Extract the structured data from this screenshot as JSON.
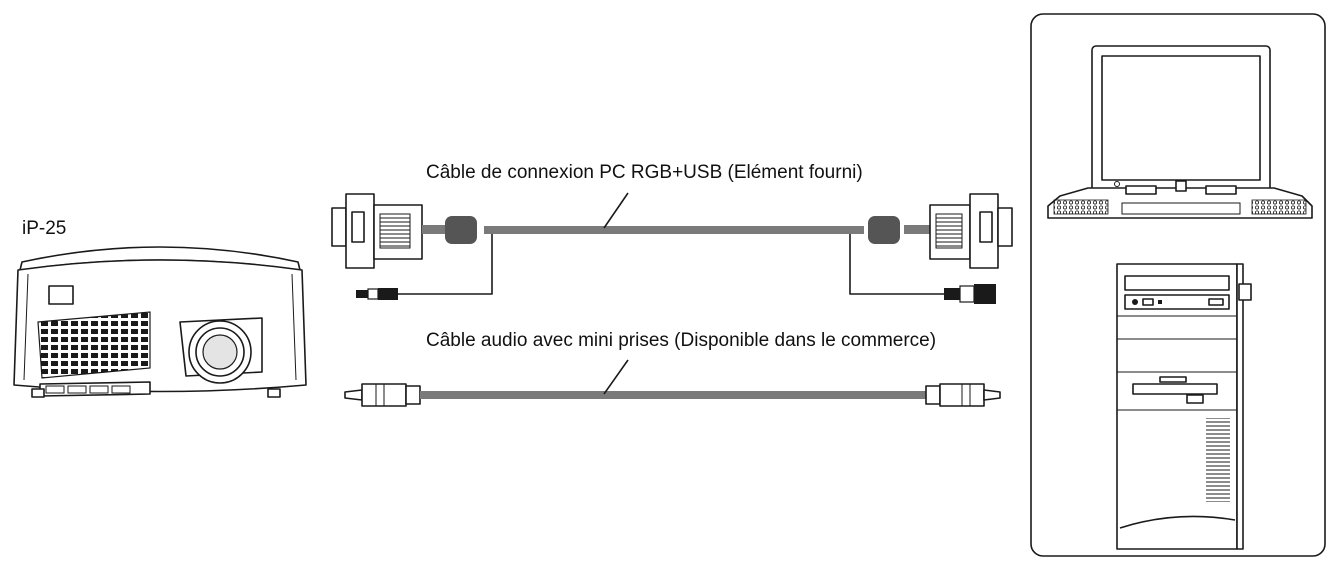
{
  "labels": {
    "projector": "iP-25",
    "rgb_usb_cable": "Câble de connexion PC RGB+USB (Elément fourni)",
    "audio_cable": "Câble audio avec mini prises (Disponible dans le commerce)"
  },
  "colors": {
    "cable": "#7a7a7a",
    "ferrite": "#555555",
    "line": "#1a1a1a"
  },
  "icons": [
    "projector-icon",
    "laptop-icon",
    "desktop-tower-icon",
    "vga-connector-icon",
    "usb-connector-icon",
    "mini-plug-icon"
  ]
}
